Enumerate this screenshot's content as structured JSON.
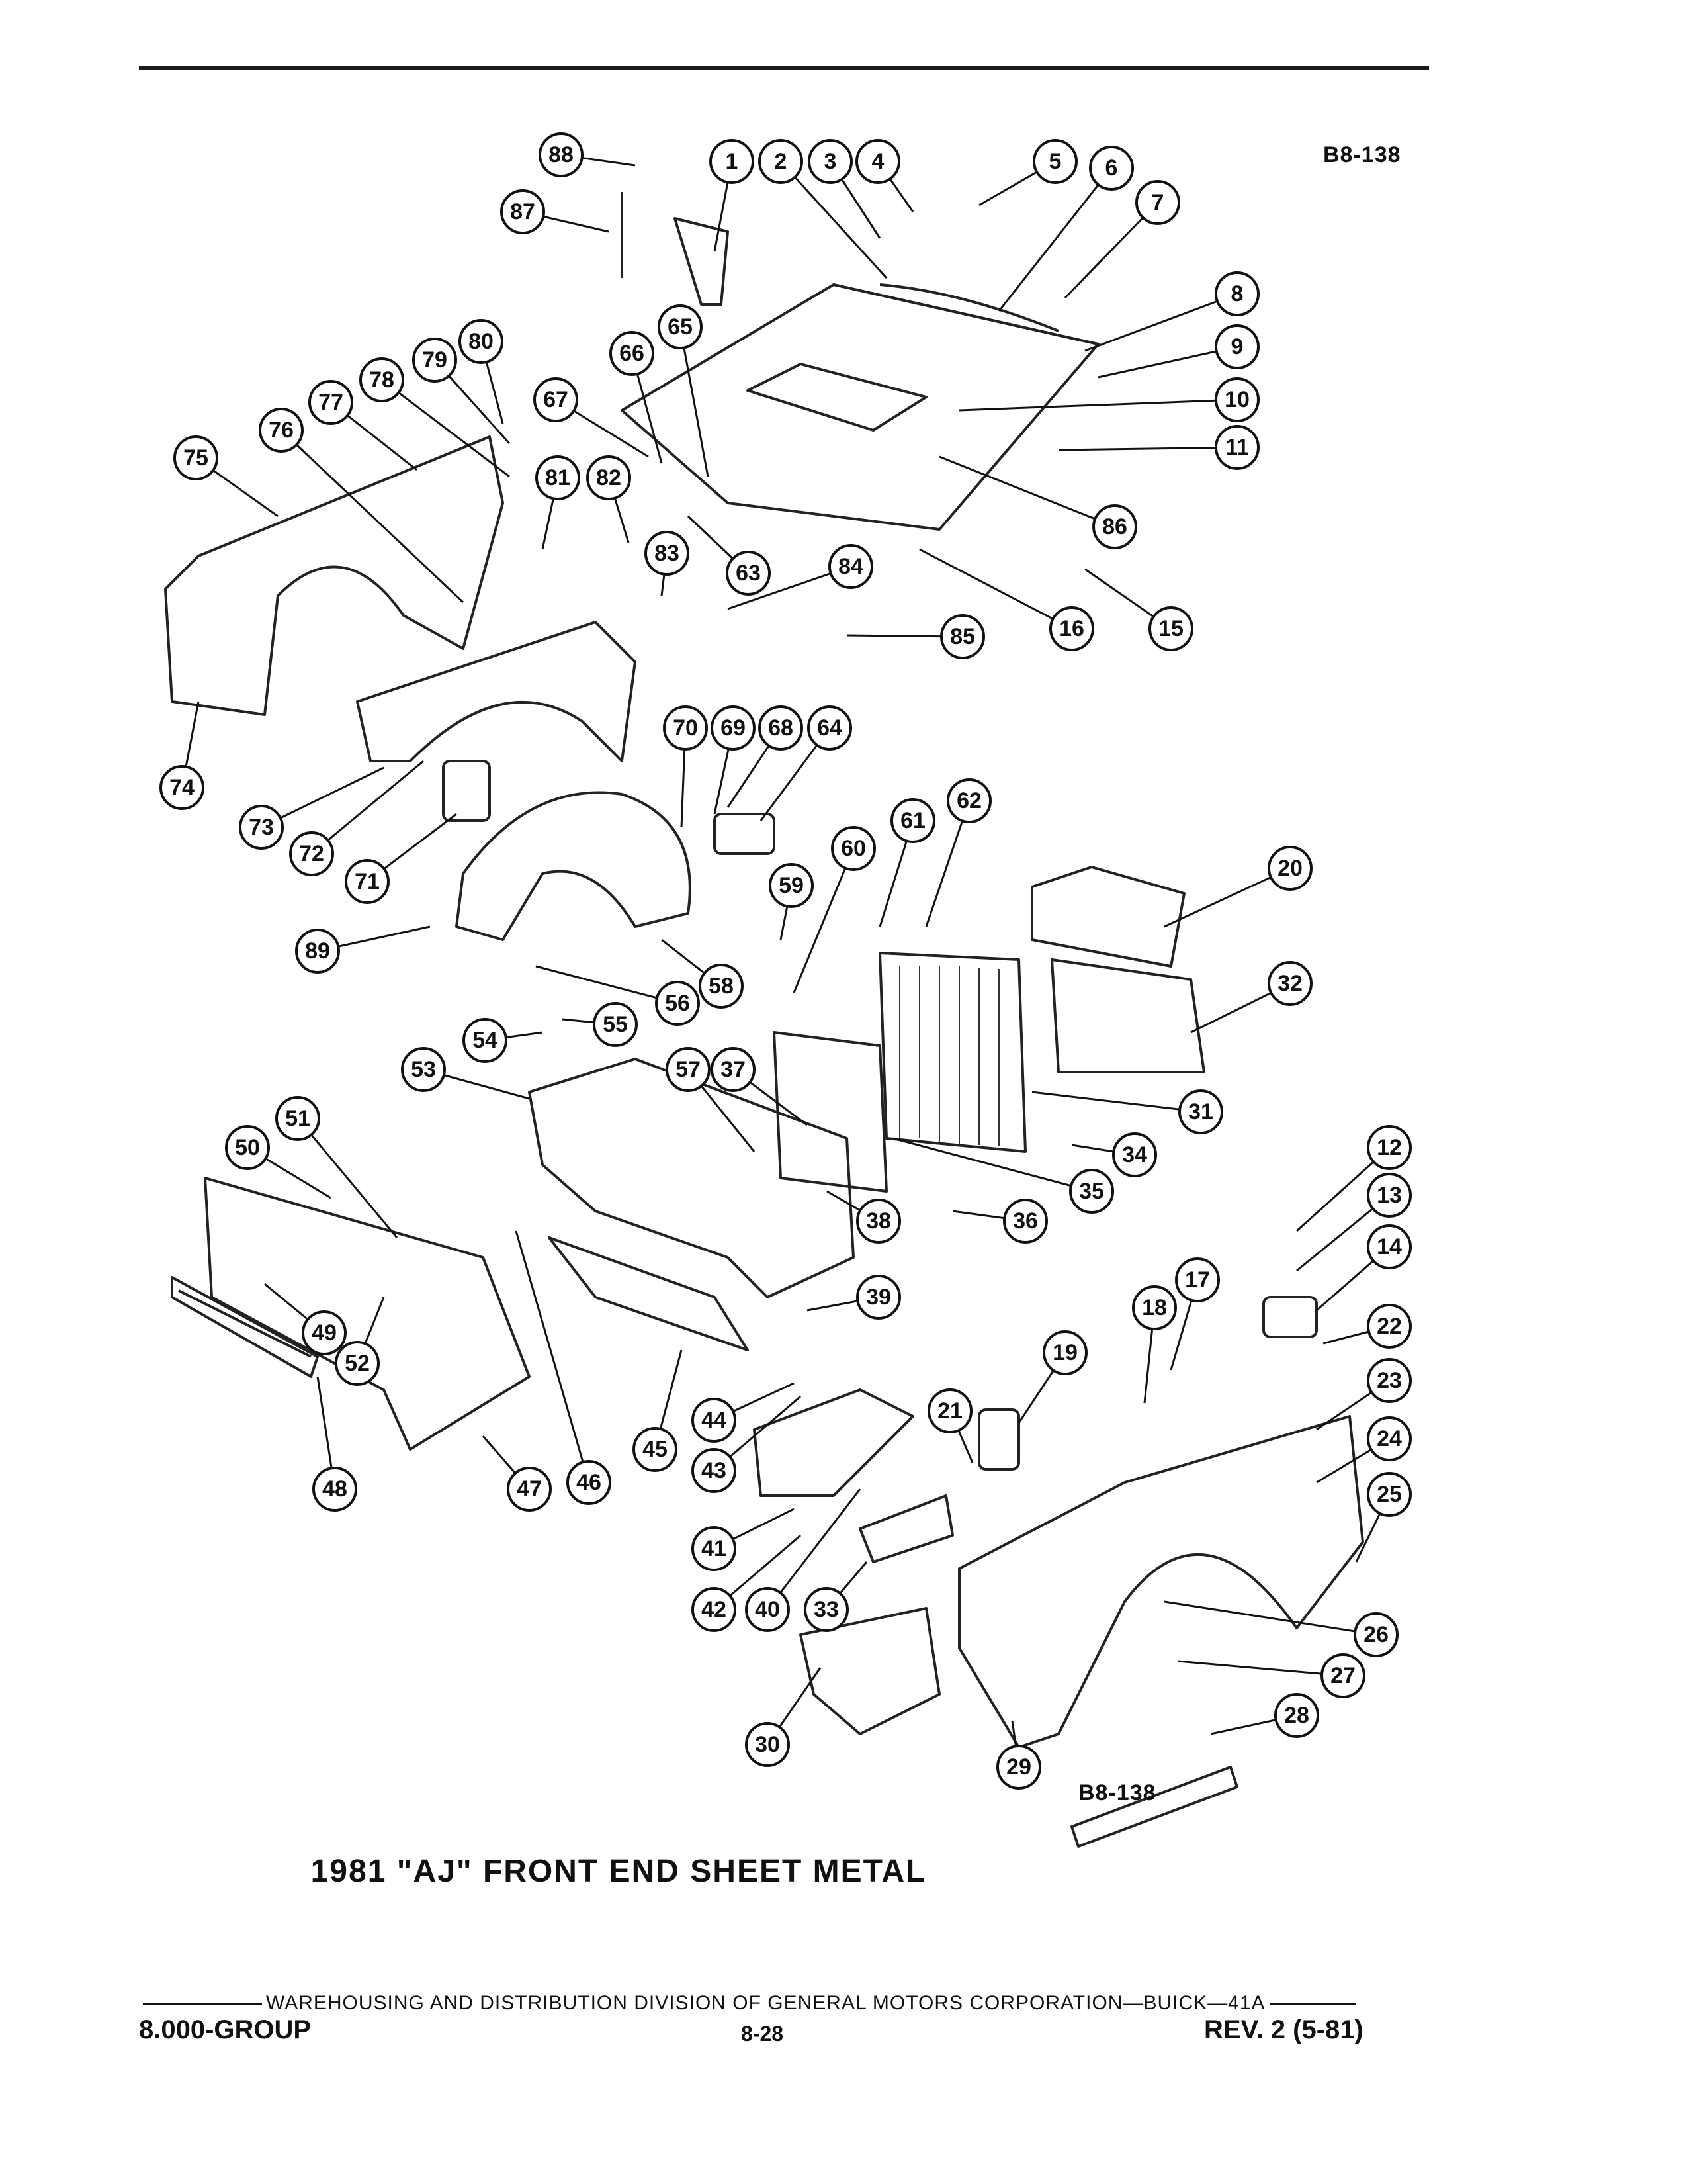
{
  "figure_code_top": "B8-138",
  "figure_code_bottom": "B8-138",
  "title": "1981 \"AJ\" FRONT END SHEET METAL",
  "footer": {
    "line": "WAREHOUSING AND DISTRIBUTION  DIVISION OF GENERAL MOTORS CORPORATION—BUICK—41A",
    "group": "8.000-GROUP",
    "page": "8-28",
    "revision": "REV. 2 (5-81)"
  },
  "callouts": [
    "1",
    "2",
    "3",
    "4",
    "5",
    "6",
    "7",
    "8",
    "9",
    "10",
    "11",
    "12",
    "13",
    "14",
    "15",
    "16",
    "17",
    "18",
    "19",
    "20",
    "21",
    "22",
    "23",
    "24",
    "25",
    "26",
    "27",
    "28",
    "29",
    "30",
    "31",
    "32",
    "33",
    "34",
    "35",
    "36",
    "37",
    "38",
    "39",
    "40",
    "41",
    "42",
    "43",
    "44",
    "45",
    "46",
    "47",
    "48",
    "49",
    "50",
    "51",
    "52",
    "53",
    "54",
    "55",
    "56",
    "57",
    "58",
    "59",
    "60",
    "61",
    "62",
    "63",
    "64",
    "65",
    "66",
    "67",
    "68",
    "69",
    "70",
    "71",
    "72",
    "73",
    "74",
    "75",
    "76",
    "77",
    "78",
    "79",
    "80",
    "81",
    "82",
    "83",
    "84",
    "85",
    "86",
    "87",
    "88",
    "89"
  ]
}
